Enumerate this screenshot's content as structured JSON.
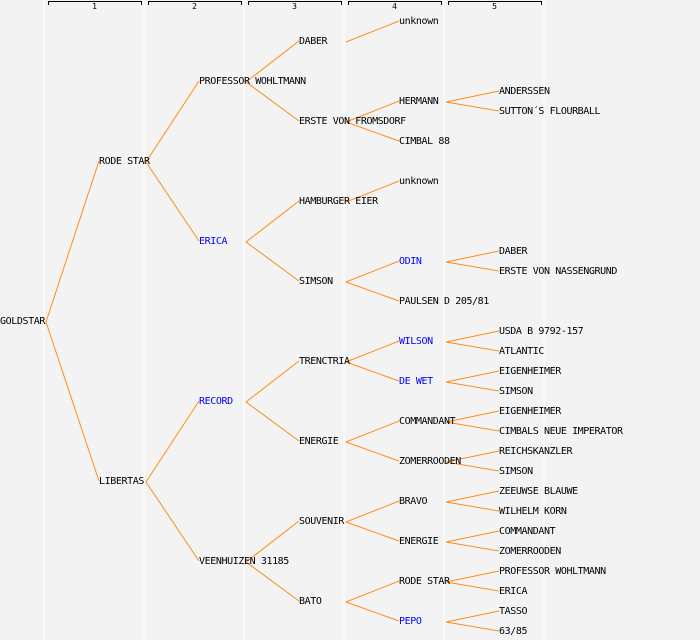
{
  "colors": {
    "line": "#ff8c1a",
    "text": "#000000",
    "highlight": "#0000ff",
    "separator": "#ffffff",
    "background": "#f3f3f3",
    "header": "#000000"
  },
  "generations": [
    "1",
    "2",
    "3",
    "4",
    "5"
  ],
  "tree": {
    "name": "GOLDSTAR",
    "hl": false,
    "children": [
      {
        "name": "RODE STAR",
        "hl": false,
        "children": [
          {
            "name": "PROFESSOR WOHLTMANN",
            "hl": false,
            "children": [
              {
                "name": "DABER",
                "hl": false,
                "children": [
                  {
                    "name": "unknown",
                    "hl": false,
                    "children": []
                  }
                ]
              },
              {
                "name": "ERSTE VON FROMSDORF",
                "hl": false,
                "children": [
                  {
                    "name": "HERMANN",
                    "hl": false,
                    "children": [
                      {
                        "name": "ANDERSSEN",
                        "hl": false
                      },
                      {
                        "name": "SUTTON´S FLOURBALL",
                        "hl": false
                      }
                    ]
                  },
                  {
                    "name": "CIMBAL 88",
                    "hl": false,
                    "children": []
                  }
                ]
              }
            ]
          },
          {
            "name": "ERICA",
            "hl": true,
            "children": [
              {
                "name": "HAMBURGER EIER",
                "hl": false,
                "children": [
                  {
                    "name": "unknown",
                    "hl": false,
                    "children": []
                  }
                ]
              },
              {
                "name": "SIMSON",
                "hl": false,
                "children": [
                  {
                    "name": "ODIN",
                    "hl": true,
                    "children": [
                      {
                        "name": "DABER",
                        "hl": false
                      },
                      {
                        "name": "ERSTE VON NASSENGRUND",
                        "hl": false
                      }
                    ]
                  },
                  {
                    "name": "PAULSEN D 205/81",
                    "hl": false,
                    "children": []
                  }
                ]
              }
            ]
          }
        ]
      },
      {
        "name": "LIBERTAS",
        "hl": false,
        "children": [
          {
            "name": "RECORD",
            "hl": true,
            "children": [
              {
                "name": "TRENCTRIA",
                "hl": false,
                "children": [
                  {
                    "name": "WILSON",
                    "hl": true,
                    "children": [
                      {
                        "name": "USDA B 9792-157",
                        "hl": false
                      },
                      {
                        "name": "ATLANTIC",
                        "hl": false
                      }
                    ]
                  },
                  {
                    "name": "DE WET",
                    "hl": true,
                    "children": [
                      {
                        "name": "EIGENHEIMER",
                        "hl": false
                      },
                      {
                        "name": "SIMSON",
                        "hl": false
                      }
                    ]
                  }
                ]
              },
              {
                "name": "ENERGIE",
                "hl": false,
                "children": [
                  {
                    "name": "COMMANDANT",
                    "hl": false,
                    "children": [
                      {
                        "name": "EIGENHEIMER",
                        "hl": false
                      },
                      {
                        "name": "CIMBALS NEUE IMPERATOR",
                        "hl": false
                      }
                    ]
                  },
                  {
                    "name": "ZOMERROODEN",
                    "hl": false,
                    "children": [
                      {
                        "name": "REICHSKANZLER",
                        "hl": false
                      },
                      {
                        "name": "SIMSON",
                        "hl": false
                      }
                    ]
                  }
                ]
              }
            ]
          },
          {
            "name": "VEENHUIZEN 31185",
            "hl": false,
            "children": [
              {
                "name": "SOUVENIR",
                "hl": false,
                "children": [
                  {
                    "name": "BRAVO",
                    "hl": false,
                    "children": [
                      {
                        "name": "ZEEUWSE BLAUWE",
                        "hl": false
                      },
                      {
                        "name": "WILHELM KORN",
                        "hl": false
                      }
                    ]
                  },
                  {
                    "name": "ENERGIE",
                    "hl": false,
                    "children": [
                      {
                        "name": "COMMANDANT",
                        "hl": false
                      },
                      {
                        "name": "ZOMERROODEN",
                        "hl": false
                      }
                    ]
                  }
                ]
              },
              {
                "name": "BATO",
                "hl": false,
                "children": [
                  {
                    "name": "RODE STAR",
                    "hl": false,
                    "children": [
                      {
                        "name": "PROFESSOR WOHLTMANN",
                        "hl": false
                      },
                      {
                        "name": "ERICA",
                        "hl": false
                      }
                    ]
                  },
                  {
                    "name": "PEPO",
                    "hl": true,
                    "children": [
                      {
                        "name": "TASSO",
                        "hl": false
                      },
                      {
                        "name": "63/85",
                        "hl": false
                      }
                    ]
                  }
                ]
              }
            ]
          }
        ]
      }
    ]
  }
}
